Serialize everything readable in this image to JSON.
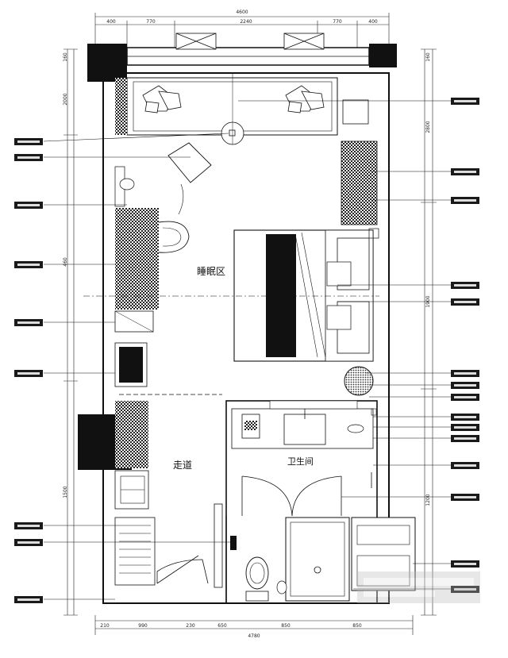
{
  "rooms": {
    "sleeping_area": "睡眠区",
    "corridor": "走道",
    "bathroom": "卫生间"
  },
  "dimensions": {
    "top_total": "4600",
    "top_segments": [
      "400",
      "770",
      "2240",
      "770",
      "400"
    ],
    "bottom_total": "4780",
    "bottom_segments": [
      "210",
      "990",
      "230",
      "650",
      "850",
      "850"
    ],
    "left_side": [
      "160",
      "2000",
      "460",
      "1500"
    ],
    "right_side": [
      "160",
      "2800",
      "1900",
      "1200"
    ]
  },
  "colors": {
    "line": "#111111",
    "hatch": "#222222",
    "tag_bg": "#1a1a1a"
  }
}
